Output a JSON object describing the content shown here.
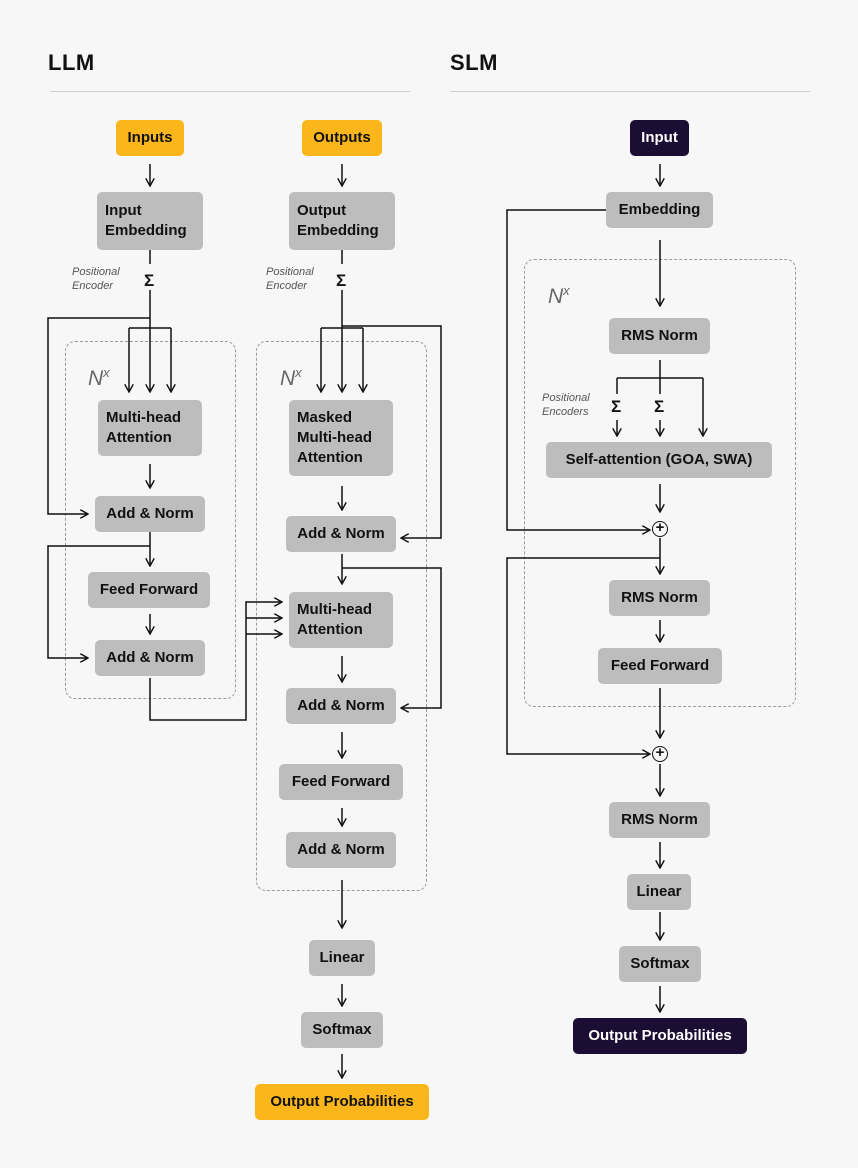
{
  "llm": {
    "title": "LLM",
    "encoder": {
      "input": "Inputs",
      "embedding": "Input Embedding",
      "positional": "Positional Encoder",
      "sigma": "Σ",
      "repeat": "N",
      "repeat_sup": "x",
      "attention": "Multi-head Attention",
      "add_norm_1": "Add & Norm",
      "feed_forward": "Feed Forward",
      "add_norm_2": "Add & Norm"
    },
    "decoder": {
      "output": "Outputs",
      "embedding": "Output Embedding",
      "positional": "Positional Encoder",
      "sigma": "Σ",
      "repeat": "N",
      "repeat_sup": "x",
      "masked_attention": "Masked Multi-head Attention",
      "add_norm_1": "Add & Norm",
      "attention": "Multi-head Attention",
      "add_norm_2": "Add & Norm",
      "feed_forward": "Feed Forward",
      "add_norm_3": "Add & Norm",
      "linear": "Linear",
      "softmax": "Softmax",
      "probabilities": "Output Probabilities"
    }
  },
  "slm": {
    "title": "SLM",
    "input": "Input",
    "embedding": "Embedding",
    "repeat": "N",
    "repeat_sup": "x",
    "rms_norm_1": "RMS Norm",
    "positional": "Positional Encoders",
    "sigma_1": "Σ",
    "sigma_2": "Σ",
    "self_attention": "Self-attention (GOA, SWA)",
    "plus_1": "+",
    "rms_norm_2": "RMS Norm",
    "feed_forward": "Feed Forward",
    "plus_2": "+",
    "rms_norm_3": "RMS Norm",
    "linear": "Linear",
    "softmax": "Softmax",
    "probabilities": "Output Probabilities"
  },
  "colors": {
    "io_yellow": "#fbb61b",
    "io_navy": "#1b0d33",
    "block_grey": "#bdbdbd"
  }
}
